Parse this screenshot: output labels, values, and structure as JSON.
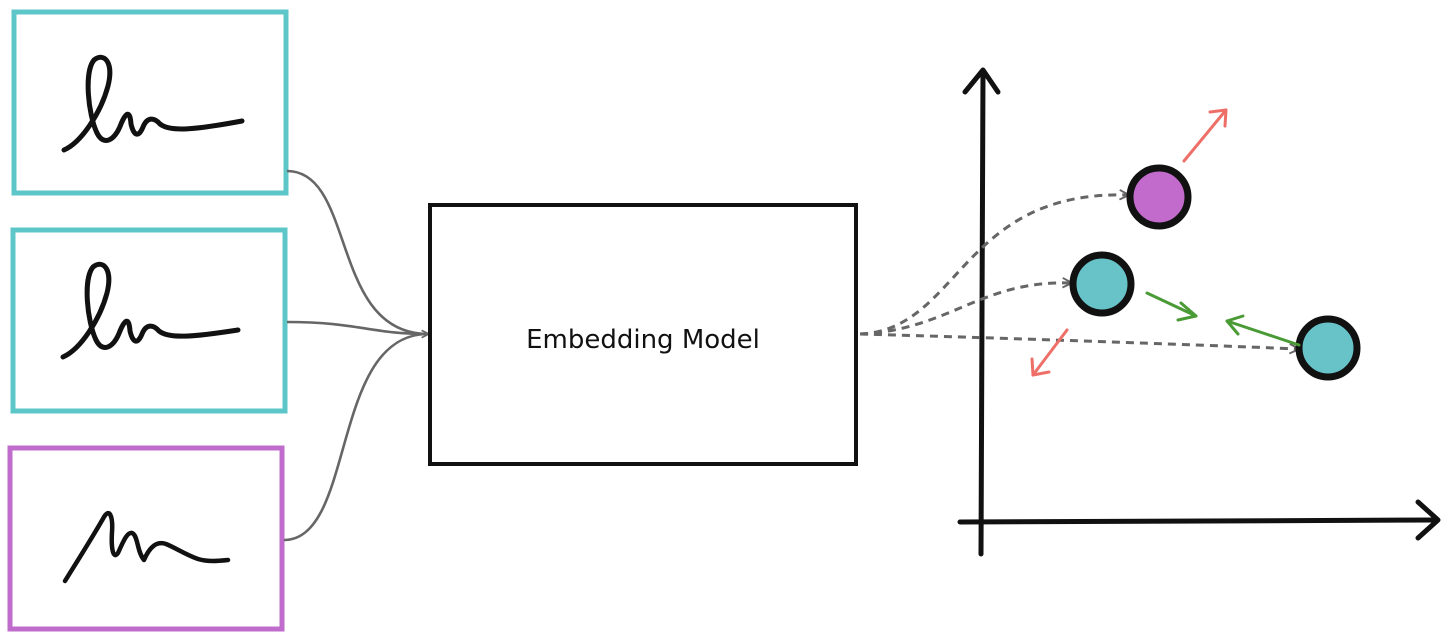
{
  "model": {
    "label": "Embedding Model"
  },
  "colors": {
    "genuine": "#5cc6c9",
    "forged": "#c06ccc",
    "embedding_genuine": "#68c3c9",
    "embedding_forged": "#c26bcc",
    "push_away": "#ee6f68",
    "pull_together": "#4a9a35",
    "connector": "#666666",
    "ink": "#111111"
  },
  "inputs": [
    {
      "kind": "genuine",
      "icon": "signature-icon"
    },
    {
      "kind": "genuine",
      "icon": "signature-icon"
    },
    {
      "kind": "forged",
      "icon": "signature-icon"
    }
  ],
  "embeddings": [
    {
      "kind": "forged"
    },
    {
      "kind": "genuine"
    },
    {
      "kind": "genuine"
    }
  ]
}
